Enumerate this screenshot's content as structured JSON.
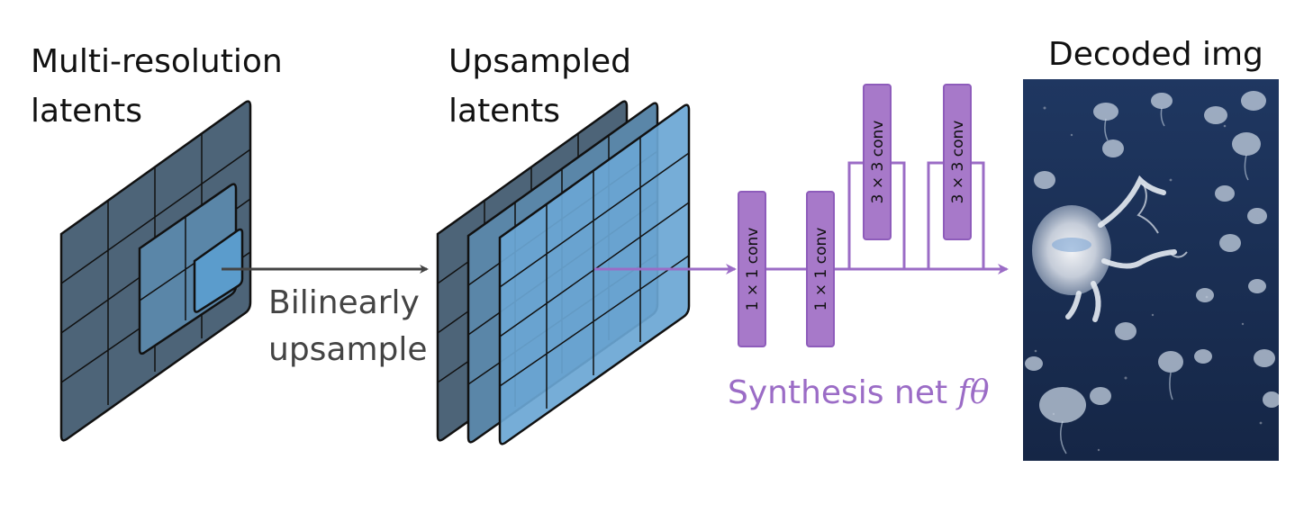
{
  "labels": {
    "latents_line1": "Multi-resolution",
    "latents_line2": "latents",
    "upsampled_line1": "Upsampled",
    "upsampled_line2": "latents",
    "bilinear_line1": "Bilinearly",
    "bilinear_line2": "upsample",
    "decoded": "Decoded img",
    "synthesis": "Synthesis net ",
    "synthesis_math": "fθ"
  },
  "conv_blocks": [
    "1 × 1 conv",
    "1 × 1 conv",
    "3 × 3 conv",
    "3 × 3 conv"
  ],
  "colors": {
    "dark_latent": "#4d6478",
    "light_latent": "#5b9ccc",
    "purple": "#9b6cc6",
    "purple_fill": "#a779c9",
    "arrow_gray": "#444444",
    "image_bg": "#1c2f52"
  }
}
